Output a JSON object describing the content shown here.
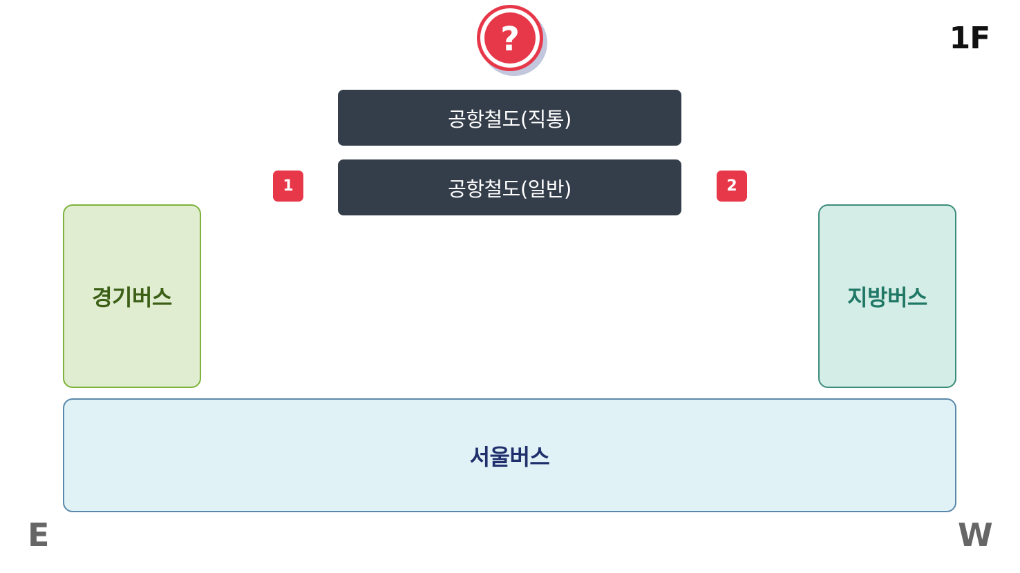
{
  "floor": "1F",
  "help": {
    "icon": "question-icon",
    "symbol": "?"
  },
  "rail": {
    "express_label": "공항철도(직통)",
    "general_label": "공항철도(일반)"
  },
  "gates": [
    {
      "number": "1"
    },
    {
      "number": "2"
    }
  ],
  "zones": {
    "gyeonggi": "경기버스",
    "regional": "지방버스",
    "seoul": "서울버스"
  },
  "compass": {
    "left": "E",
    "right": "W"
  },
  "colors": {
    "accent_red": "#e73849",
    "rail_dark": "#343d4a",
    "gyeonggi_bg": "#e1edd1",
    "gyeonggi_border": "#7db33a",
    "gyeonggi_text": "#3c5f16",
    "regional_bg": "#d4ede6",
    "regional_border": "#3c8c7b",
    "regional_text": "#1f7765",
    "seoul_bg": "#e1f2f7",
    "seoul_border": "#5a88aa",
    "seoul_text": "#1f2f6b",
    "compass_text": "#666666",
    "floor_text": "#111111",
    "help_shadow": "#c3c7dd"
  }
}
